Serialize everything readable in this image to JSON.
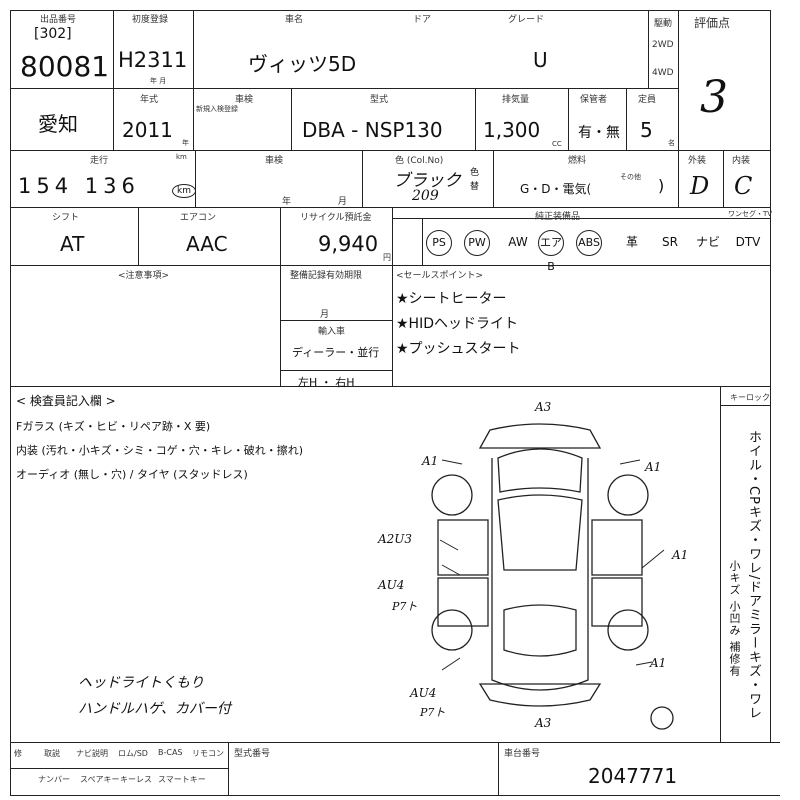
{
  "header": {
    "lot_label": "出品番号",
    "lot_sub": "[302]",
    "lot_no": "80081",
    "first_reg_label": "初度登録",
    "first_reg": "H2311",
    "first_reg_unit": "年 月",
    "car_name_label": "車名",
    "car_name": "ヴィッツ5D",
    "door_label": "ドア",
    "grade_label": "グレード",
    "grade": "U",
    "drive_label": "駆動",
    "drive_2wd": "2WD",
    "drive_4wd": "4WD",
    "score_label": "評価点",
    "score": "3"
  },
  "row2": {
    "area": "愛知",
    "year_label": "年式",
    "year": "2011",
    "year_unit": "年",
    "inspection_label": "車検",
    "inspection_sub": "新規入検登録",
    "model_label": "型式",
    "model": "DBA - NSP130",
    "displacement_label": "排気量",
    "displacement": "1,300",
    "displacement_unit": "CC",
    "importer_label": "保管者",
    "importer": "有・無",
    "capacity_label": "定員",
    "capacity": "5",
    "capacity_unit": "名"
  },
  "row3": {
    "mileage_label": "走行",
    "mileage_sub": "km",
    "mileage": "154 136",
    "mileage_unit": "km",
    "shaken_label": "車検",
    "shaken_unit": "年 月",
    "color_label": "色 (Col.No)",
    "color": "ブラック",
    "color_no": "209",
    "color_side": "色替",
    "fuel_label": "燃料",
    "fuel": "G・D・電気(",
    "fuel_other": "その他",
    "fuel_close": ")",
    "exterior_label": "外装",
    "exterior": "D",
    "interior_label": "内装",
    "interior": "C"
  },
  "row4": {
    "shift_label": "シフト",
    "shift": "AT",
    "ac_label": "エアコン",
    "ac": "AAC",
    "recycle_label": "リサイクル預託金",
    "recycle": "9,940",
    "recycle_unit": "円",
    "equipment_label": "純正装備品",
    "equipment": [
      "PS",
      "PW",
      "AW",
      "エアB",
      "ABS",
      "革",
      "SR",
      "ナビ",
      "DTV"
    ],
    "equipment_circled": [
      true,
      true,
      false,
      true,
      true,
      false,
      false,
      false,
      false
    ],
    "tv_label": "ワンセグ・TV"
  },
  "row5": {
    "notes_label": "<注意事項>",
    "warranty_label": "整備記録有効期限",
    "warranty_unit": "月",
    "import_label": "輸入車",
    "import_value": "ディーラー・並行",
    "handle_value": "左H ・ 右H",
    "sales_label": "<セールスポイント>",
    "sales_points": [
      "★シートヒーター",
      "★HIDヘッドライト",
      "★プッシュスタート"
    ]
  },
  "inspector": {
    "title": "< 検査員記入欄 >",
    "glass": "Fガラス (キズ・ヒビ・リペア跡・X 要)",
    "interior": "内装 (汚れ・小キズ・シミ・コゲ・穴・キレ・破れ・擦れ)",
    "audio": "オーディオ (無し・穴) / タイヤ (スタッドレス)",
    "handwritten_note": [
      "ヘッドライトくもり",
      "ハンドルハゲ、カバー付"
    ],
    "car_marks": [
      "A3",
      "A1",
      "A1",
      "A2U3",
      "A1",
      "AU4",
      "P7ト",
      "A1",
      "AU4",
      "P7ト",
      "A3"
    ],
    "right_panel_label": "キーロック",
    "right_panel": "ホイル・CPキズ・ワレ/ドアミラーキズ・ワレ",
    "right_panel_2": "小キズ 小凹み 補修有"
  },
  "footer": {
    "labels_top": [
      "修",
      "取説",
      "ナビ説明",
      "ロム/SD",
      "B-CAS",
      "リモコン"
    ],
    "labels_bottom": [
      "ナンバー",
      "スペアキー",
      "キーレス",
      "スマートキー"
    ],
    "model_no_label": "型式番号",
    "frame_label": "車台番号",
    "frame_no": "2047771"
  }
}
